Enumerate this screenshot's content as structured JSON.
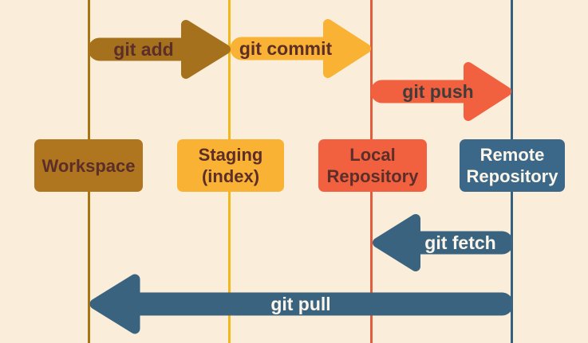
{
  "diagram": {
    "type": "git-workflow-flow-diagram",
    "background_color": "#FAEEDA",
    "nodes": {
      "workspace": {
        "label": "Workspace",
        "color": "#AF761F",
        "text_color": "#5C2E29"
      },
      "staging": {
        "label_line1": "Staging",
        "label_line2": "(index)",
        "color": "#F9B233",
        "text_color": "#5C2E29"
      },
      "local": {
        "label_line1": "Local",
        "label_line2": "Repository",
        "color": "#F2613F",
        "text_color": "#5C2E29"
      },
      "remote": {
        "label_line1": "Remote",
        "label_line2": "Repository",
        "color": "#3B6889",
        "text_color": "#FCF6EA"
      }
    },
    "arrows": {
      "add": {
        "label": "git add",
        "from": "workspace",
        "to": "staging",
        "direction": "right",
        "color": "#A6711D"
      },
      "commit": {
        "label": "git commit",
        "from": "staging",
        "to": "local",
        "direction": "right",
        "color": "#F9B233"
      },
      "push": {
        "label": "git push",
        "from": "local",
        "to": "remote",
        "direction": "right",
        "color": "#F2613F"
      },
      "fetch": {
        "label": "git fetch",
        "from": "remote",
        "to": "local",
        "direction": "left",
        "color": "#3A6380"
      },
      "pull": {
        "label": "git pull",
        "from": "remote",
        "to": "workspace",
        "direction": "left",
        "color": "#3A6380"
      }
    },
    "lifeline_colors": {
      "workspace": "#A97414",
      "staging": "#F3B71E",
      "local": "#E25C3E",
      "remote": "#36617E"
    }
  }
}
